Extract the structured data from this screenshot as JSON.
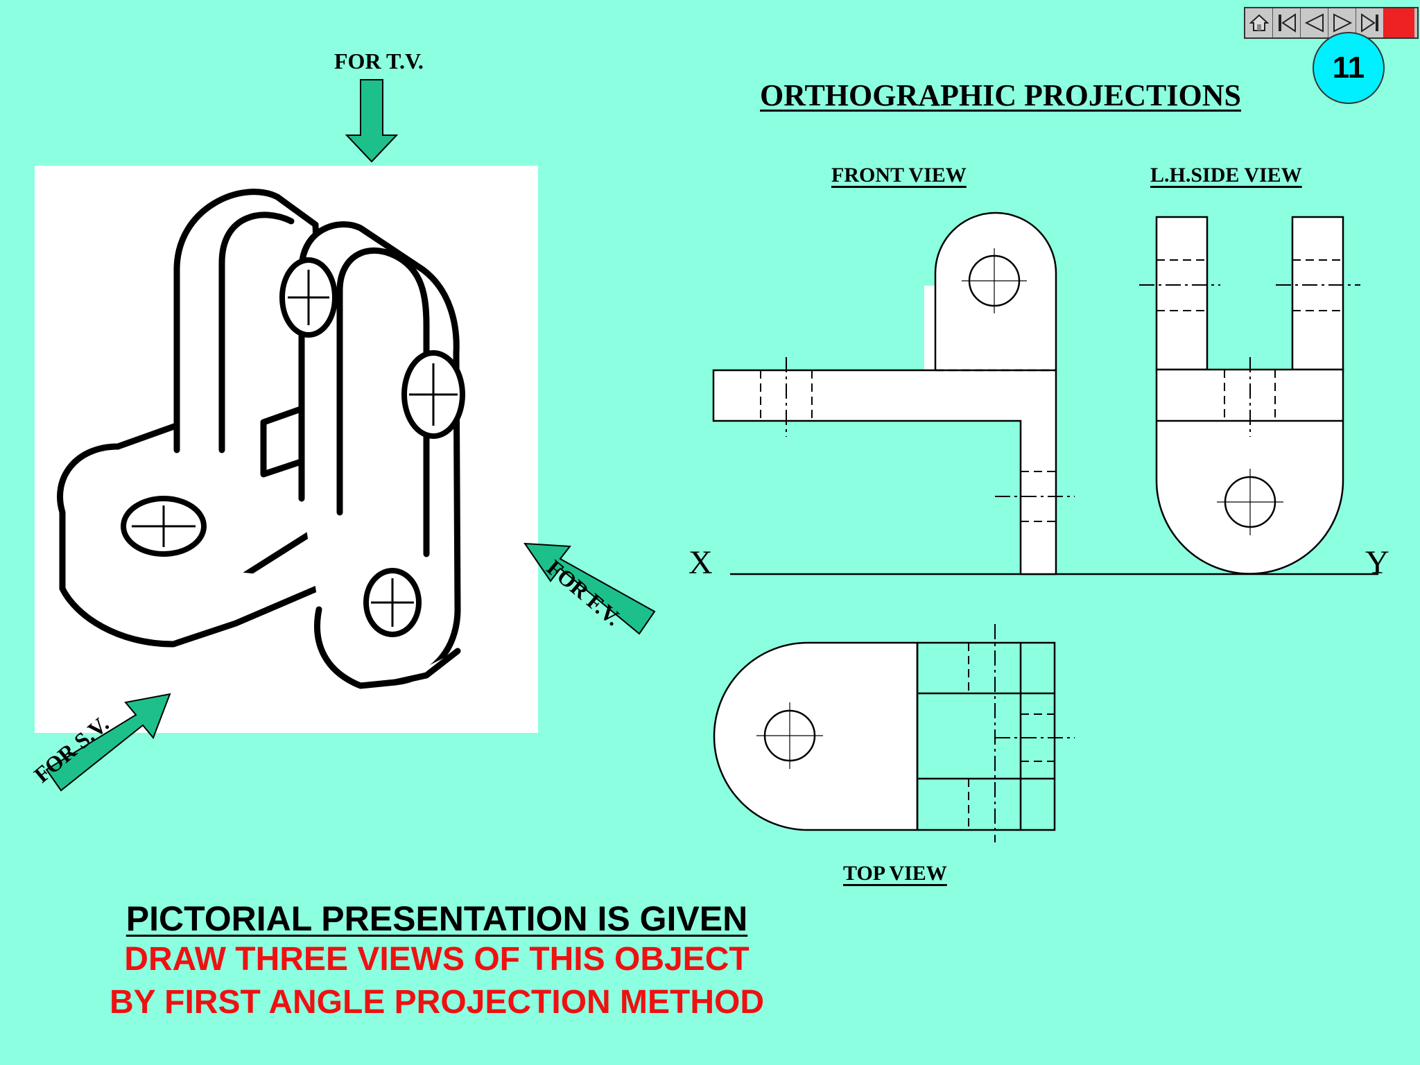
{
  "nav": {
    "buttons": [
      "home-icon",
      "first-slide-icon",
      "previous-slide-icon",
      "next-slide-icon",
      "last-slide-icon",
      "stop-icon"
    ]
  },
  "page_number": "11",
  "title": "ORTHOGRAPHIC PROJECTIONS",
  "pictorial": {
    "for_tv": "FOR T.V.",
    "for_fv": "FOR F.V.",
    "for_sv": "FOR S.V."
  },
  "views": {
    "front": "FRONT VIEW",
    "side": "L.H.SIDE VIEW",
    "top": "TOP VIEW",
    "x_label": "X",
    "y_label": "Y"
  },
  "instructions": {
    "line1": "PICTORIAL PRESENTATION IS GIVEN",
    "line2": "DRAW THREE VIEWS OF THIS OBJECT",
    "line3": "BY FIRST ANGLE PROJECTION METHOD"
  },
  "colors": {
    "background": "#8cffe0",
    "arrow": "#1dc08a",
    "badge": "#00f0ff",
    "instruction_red": "#ee1111"
  }
}
